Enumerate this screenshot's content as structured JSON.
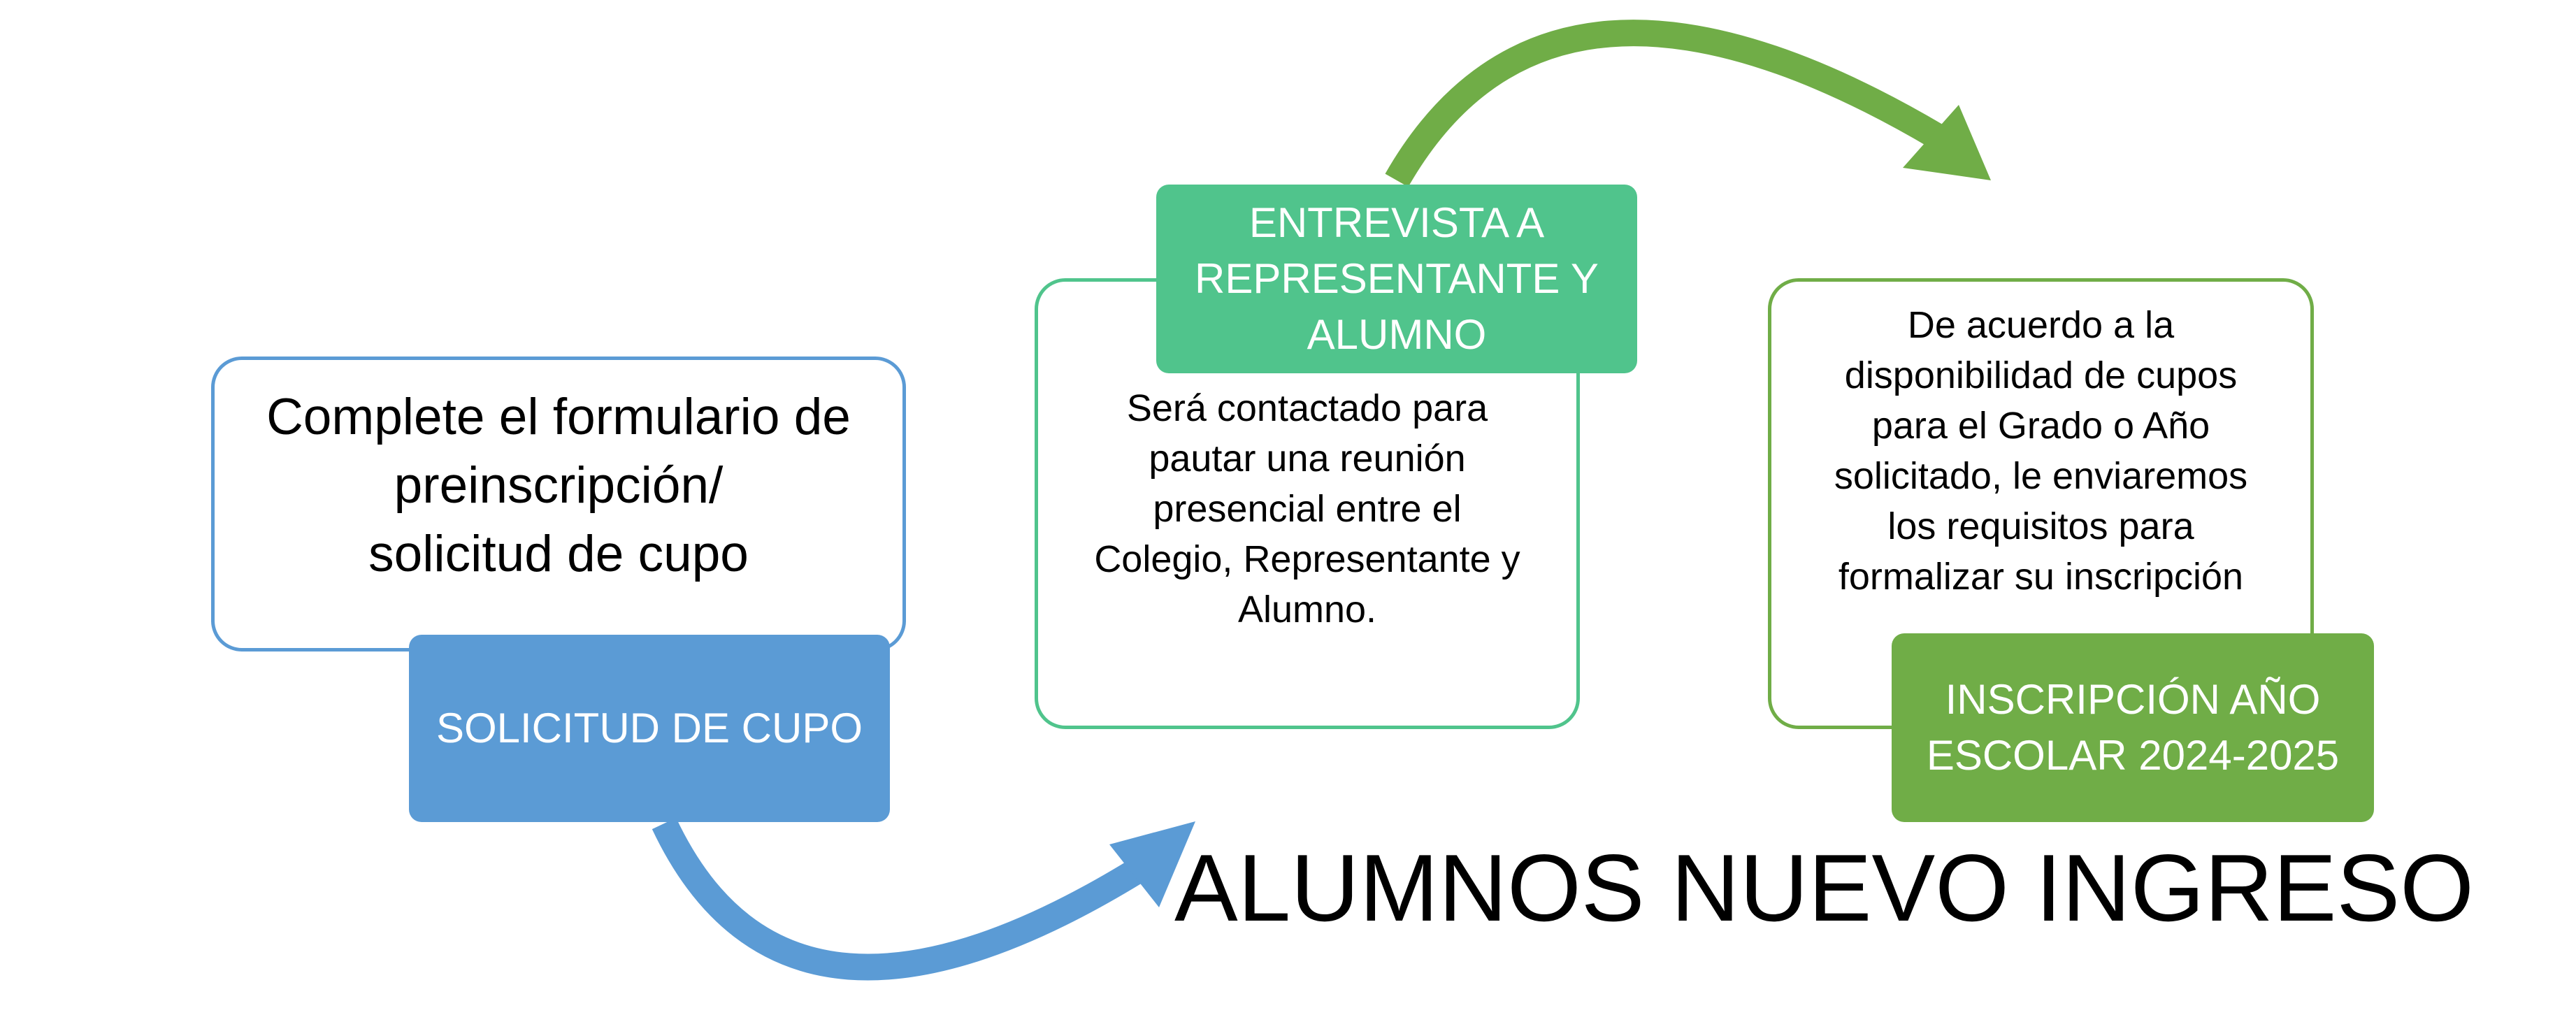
{
  "diagram": {
    "title": "ALUMNOS NUEVO INGRESO",
    "steps": [
      {
        "label": "SOLICITUD DE CUPO",
        "description": "Complete el formulario de\npreinscripción/\nsolicitud de cupo",
        "color": "#5b9bd5"
      },
      {
        "label": "ENTREVISTA A\nREPRESENTANTE Y\nALUMNO",
        "description": "Será contactado para\npautar una reunión\npresencial entre el\nColegio, Representante y\nAlumno.",
        "color": "#50c48c"
      },
      {
        "label": "INSCRIPCIÓN AÑO\nESCOLAR 2024-2025",
        "description": "De acuerdo a la\ndisponibilidad de cupos\npara el Grado o Año\nsolicitado, le enviaremos\nlos requisitos para\nformalizar su inscripción",
        "color": "#70ad47"
      }
    ],
    "arrows": [
      {
        "from": 1,
        "to": 2,
        "color": "#5b9bd5"
      },
      {
        "from": 2,
        "to": 3,
        "color": "#70ad47"
      }
    ]
  }
}
